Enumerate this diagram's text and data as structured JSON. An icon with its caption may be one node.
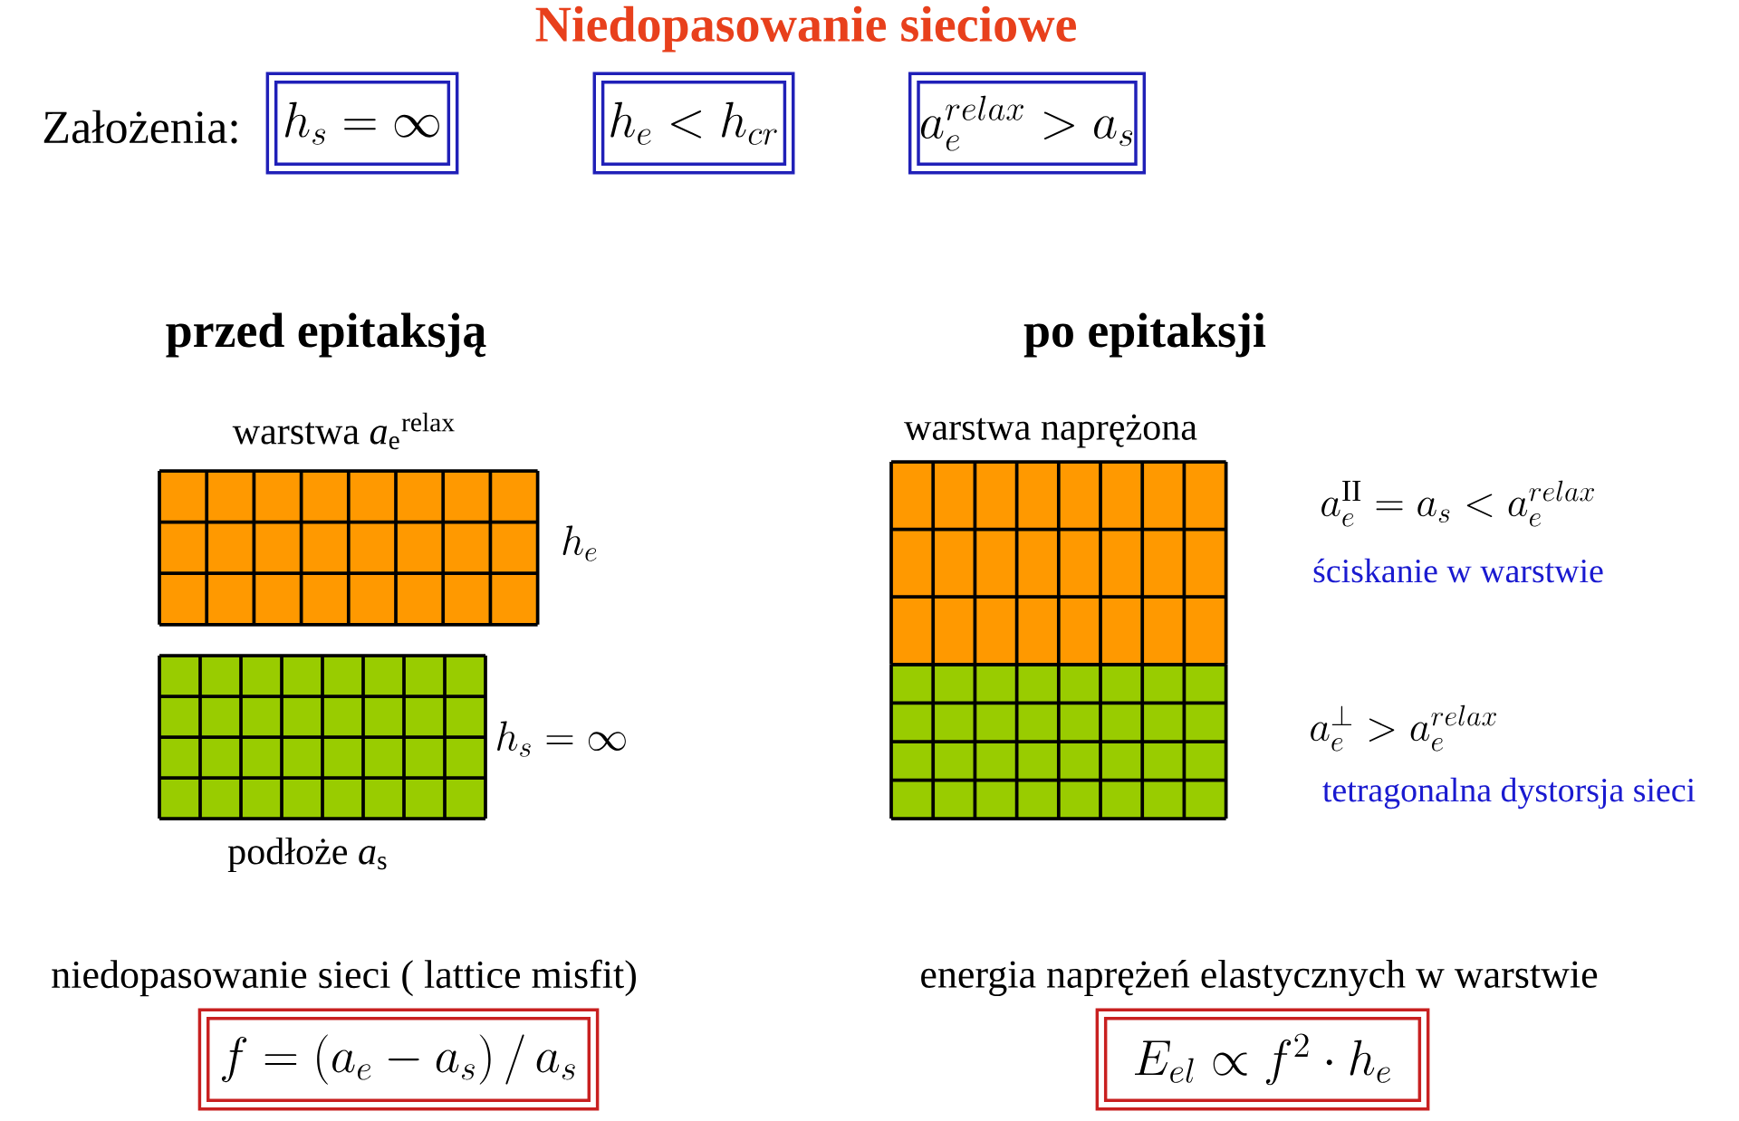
{
  "diagram": {
    "title": "Niedopasowanie sieciowe",
    "nodes": [
      {
        "text": [
          "h_s = \\infty"
        ]
      },
      {
        "text": [
          "h_e < h_{cr}"
        ]
      },
      {
        "text": [
          "a_e^{relax} > a_s"
        ]
      },
      {
        "text": [
          "f = (a_e - a_s)\\,/\\,a_s"
        ]
      },
      {
        "text": [
          "E_{el} \\propto f^{2} \\cdot h_e"
        ]
      }
    ],
    "labels": [
      "Założenia:",
      "przed epitaksją",
      "po epitaksji",
      "warstwa *a*$_{e}$$^{relax}$",
      "warstwa naprężona",
      "h_e",
      "a_e^{\\mathrm{II}} = a_s < a_e^{relax}",
      "ściskanie w warstwie",
      "h_s = \\infty",
      "a_e^{\\perp} > a_e^{relax}",
      "tetragonalna dystorsja sieci",
      "podłoże *a*$_{s}$",
      "niedopasowanie sieci ( lattice misfit)",
      "energia naprężeń elastycznych w warstwie"
    ]
  }
}
